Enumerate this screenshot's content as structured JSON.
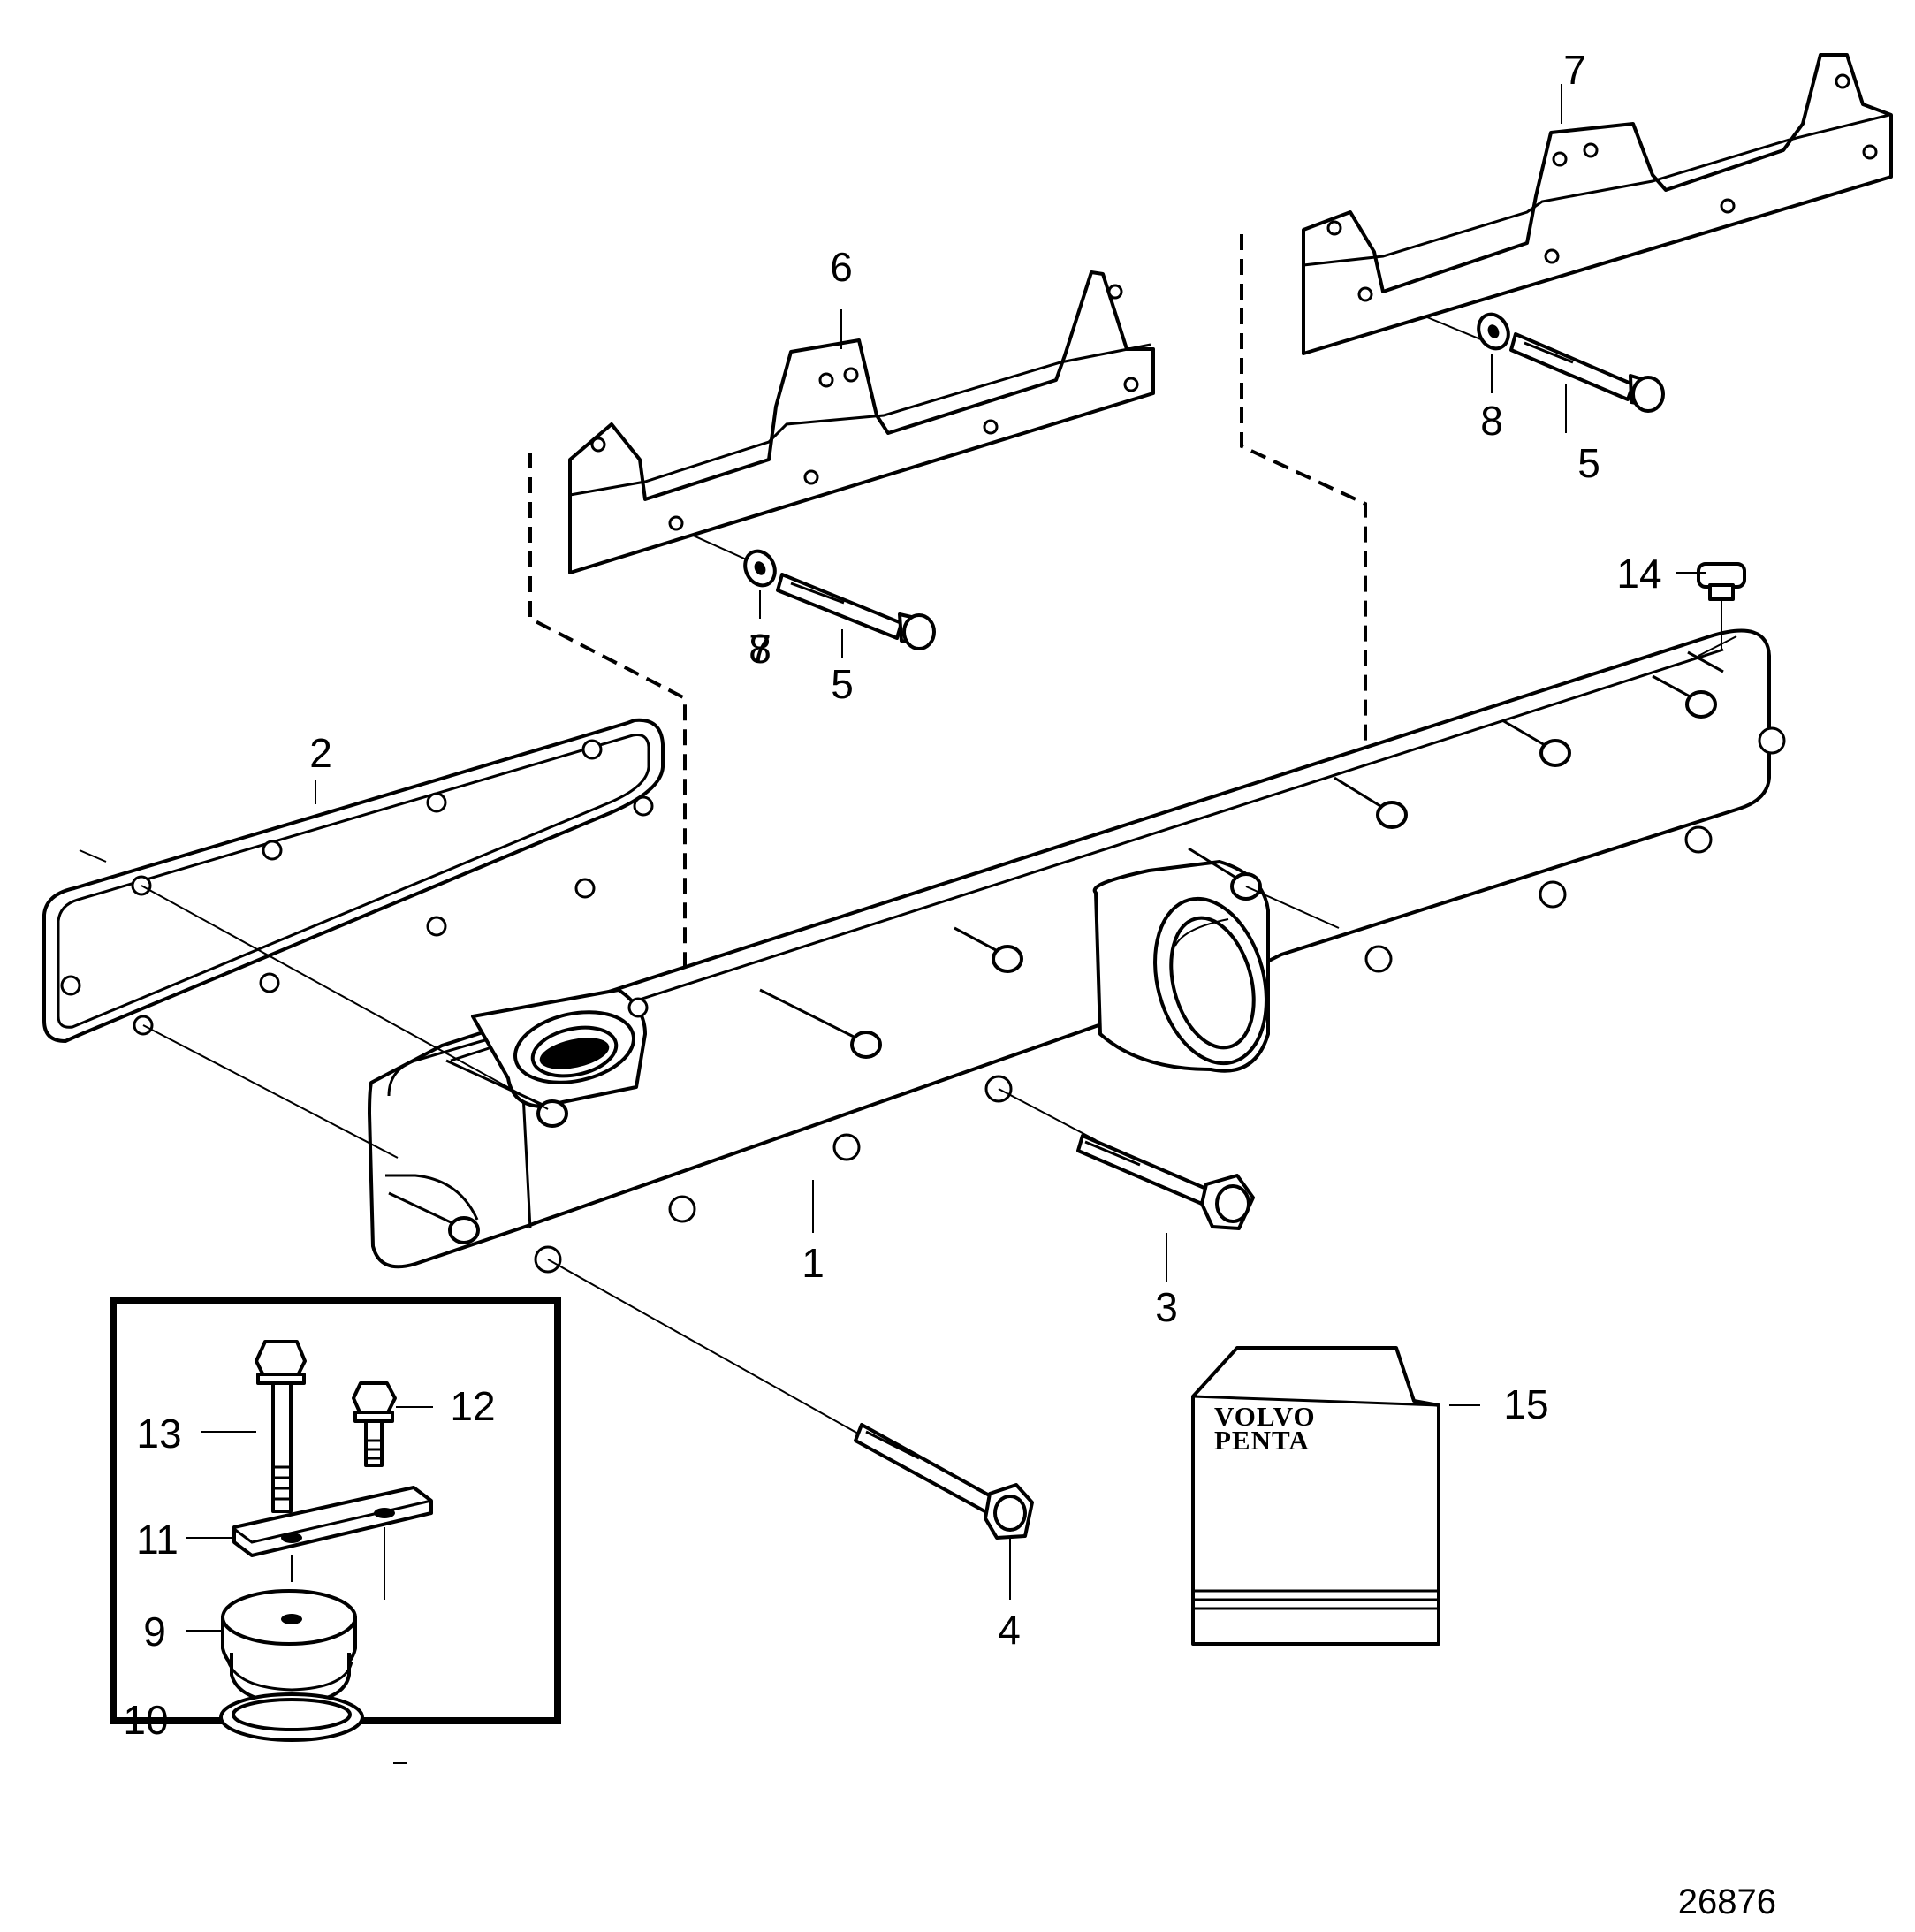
{
  "diagram": {
    "drawing_number": "26876",
    "brand_label": {
      "line1": "VOLVO",
      "line2": "PENTA"
    },
    "callouts": {
      "c1": "1",
      "c2": "2",
      "c3": "3",
      "c4": "4",
      "c5a": "5",
      "c5b": "5",
      "c6": "6",
      "c7": "7",
      "c7b": "7",
      "c8a": "8",
      "c8b": "8",
      "c9": "9",
      "c10": "10",
      "c11": "11",
      "c12": "12",
      "c13": "13",
      "c14": "14",
      "c15": "15"
    }
  }
}
